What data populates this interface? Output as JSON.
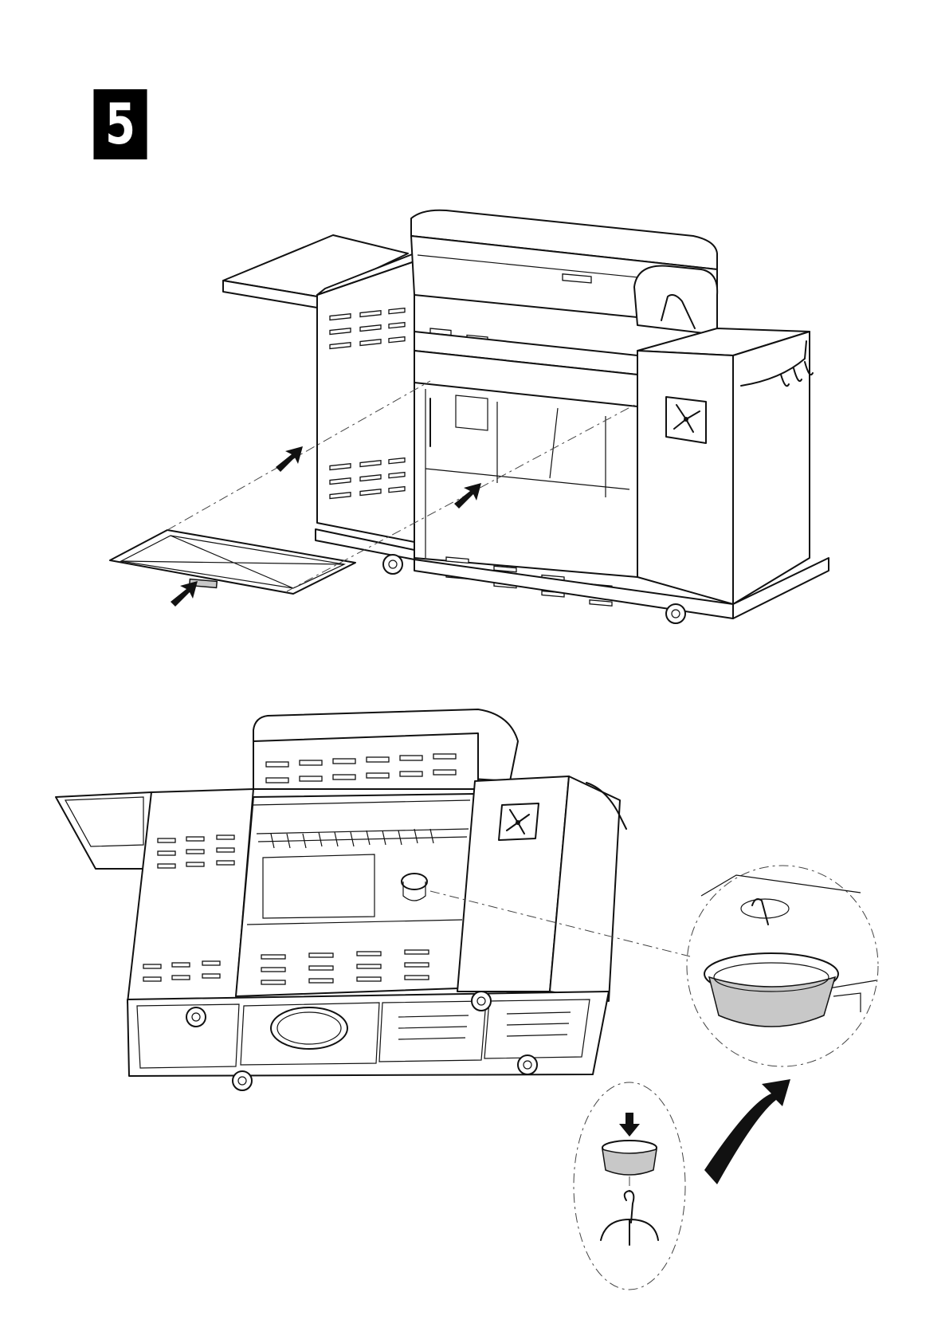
{
  "step": {
    "number": "5"
  },
  "figures": [
    {
      "id": "upper-view",
      "icon": "grill-front-view-icon"
    },
    {
      "id": "lower-view",
      "icon": "grill-underside-view-icon"
    },
    {
      "id": "detail-grease-cup",
      "icon": "grease-cup-detail-icon"
    },
    {
      "id": "detail-cup-hook",
      "icon": "cup-hook-detail-icon"
    }
  ],
  "colors": {
    "ink": "#111111",
    "background": "#ffffff",
    "badge": "#000000"
  }
}
